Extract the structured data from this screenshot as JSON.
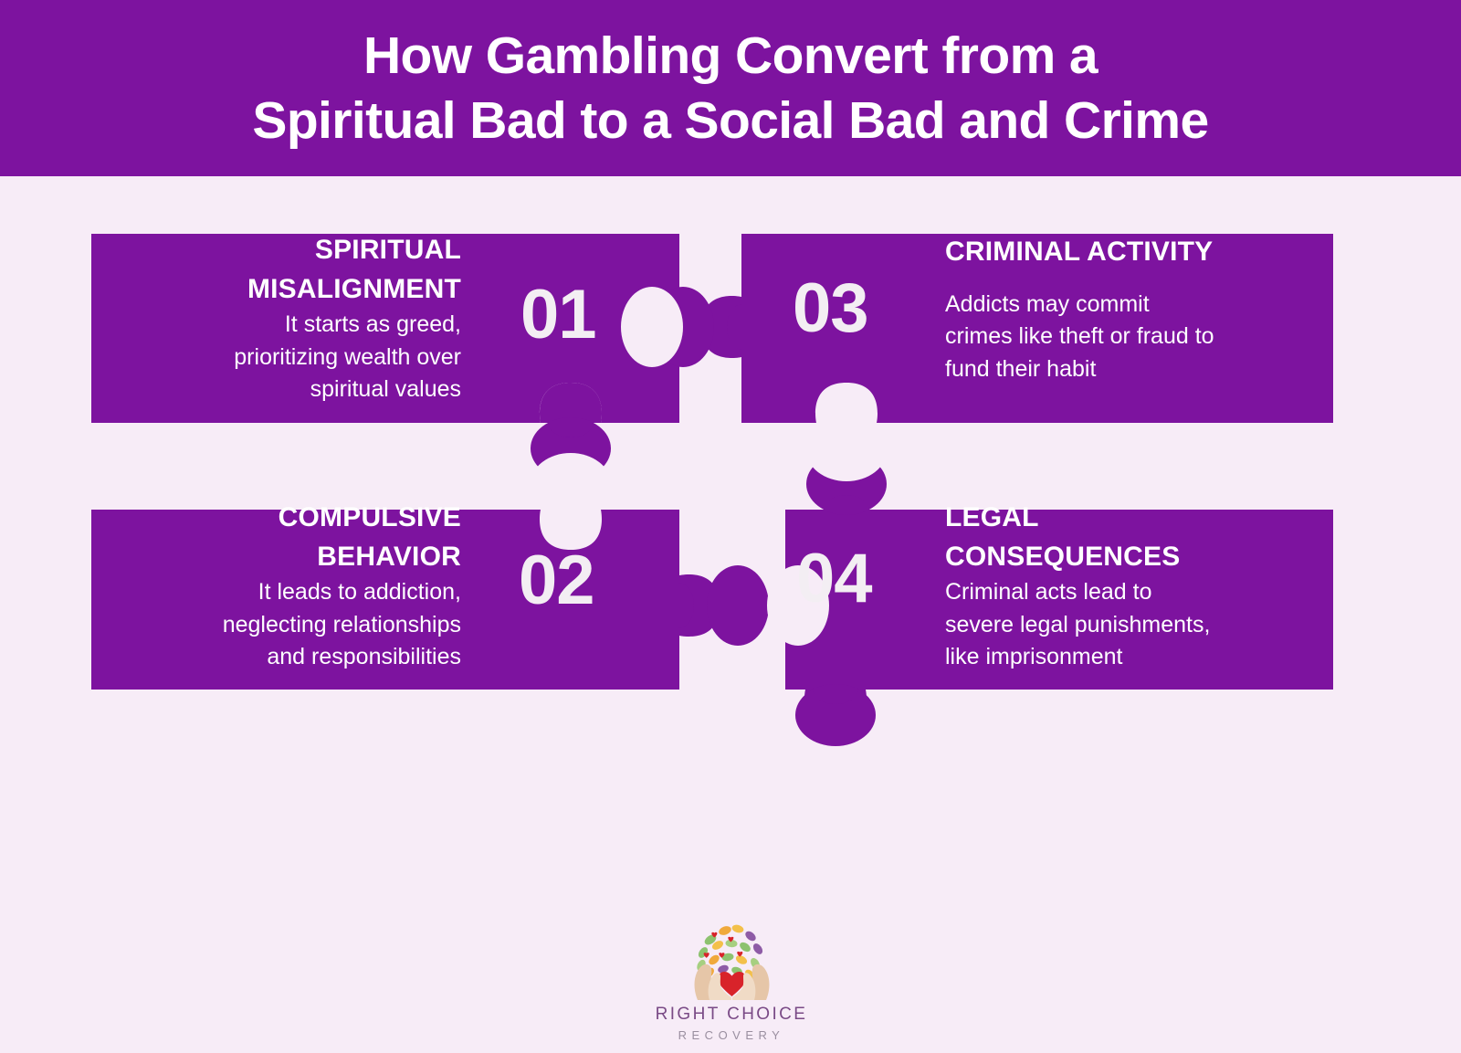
{
  "header": {
    "title": "How Gambling Convert from a\nSpiritual Bad to a Social Bad and Crime"
  },
  "colors": {
    "purple": "#7d139f",
    "background": "#f7ecf7",
    "card_text": "#ffffff",
    "number": "#f3eef3",
    "logo_name": "#7a4a86",
    "logo_sub": "#9a8fa0",
    "heart": "#d8232a"
  },
  "steps": [
    {
      "number": "01",
      "title": "SPIRITUAL\nMISALIGNMENT",
      "description": "It starts as greed,\nprioritizing wealth over\nspiritual values",
      "align": "right",
      "position": "top-left"
    },
    {
      "number": "02",
      "title": "COMPULSIVE\nBEHAVIOR",
      "description": "It leads to addiction,\nneglecting relationships\nand responsibilities",
      "align": "right",
      "position": "bottom-left"
    },
    {
      "number": "03",
      "title": "CRIMINAL ACTIVITY",
      "description": "Addicts may commit\ncrimes like theft or fraud to\nfund their habit",
      "align": "left",
      "position": "top-right"
    },
    {
      "number": "04",
      "title": "LEGAL\nCONSEQUENCES",
      "description": "Criminal acts lead to\nsevere legal punishments,\nlike imprisonment",
      "align": "left",
      "position": "bottom-right"
    }
  ],
  "logo": {
    "name": "RIGHT CHOICE",
    "subtitle": "RECOVERY",
    "mark": "hands-with-leaves-and-heart-icon"
  }
}
